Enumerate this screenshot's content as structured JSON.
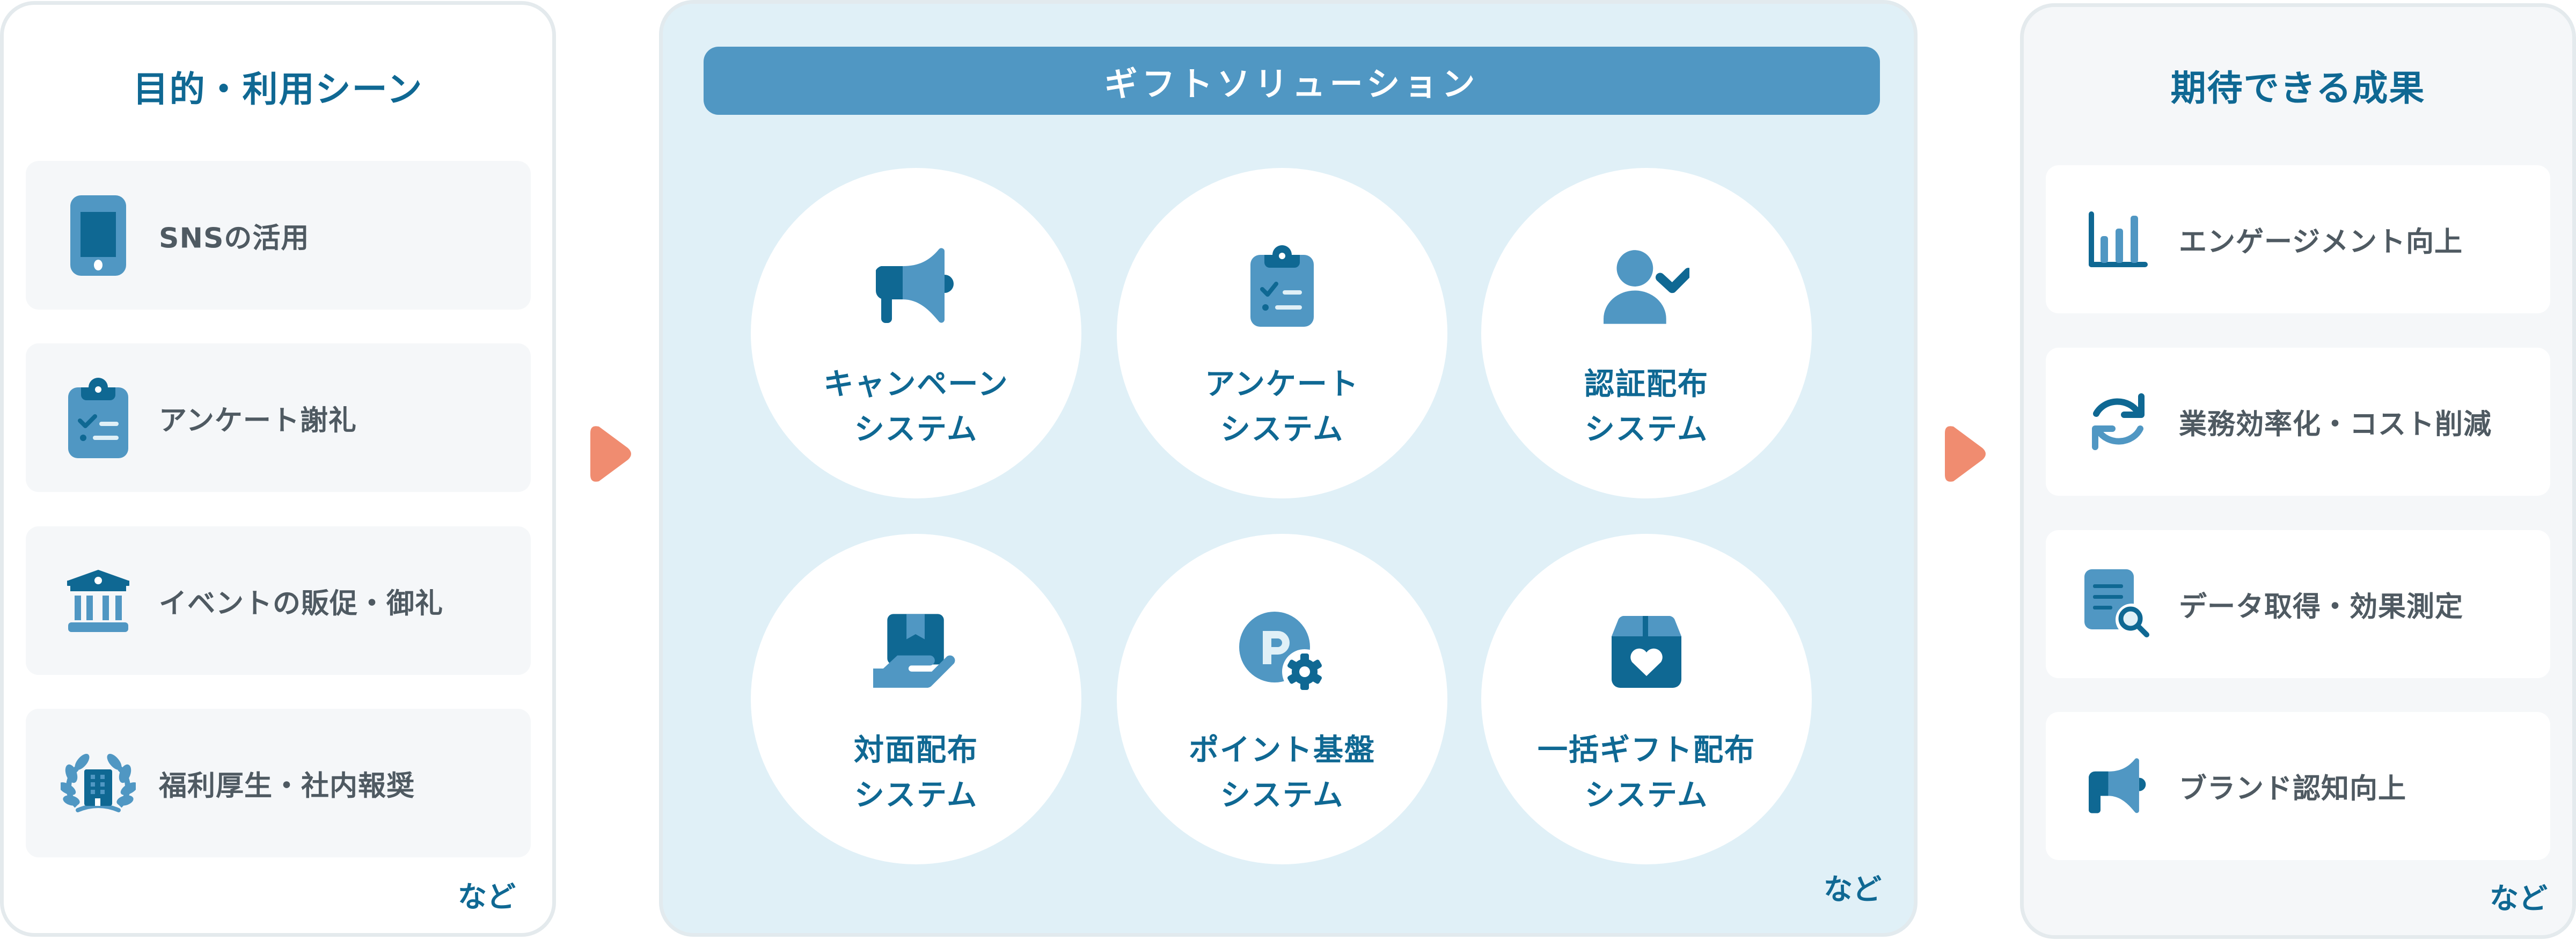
{
  "colors": {
    "accent_dark": "#0f6893",
    "accent_light": "#5097c3",
    "middle_bg": "#e0f0f7",
    "item_bg": "#f5f7f9",
    "text_gray": "#4f5a62",
    "arrow": "#f08c70"
  },
  "left_panel": {
    "title": "目的・利用シーン",
    "items": [
      {
        "icon": "smartphone-icon",
        "label": "SNSの活用"
      },
      {
        "icon": "clipboard-checklist-icon",
        "label": "アンケート謝礼"
      },
      {
        "icon": "bank-building-icon",
        "label": "イベントの販促・御礼"
      },
      {
        "icon": "laurel-building-icon",
        "label": "福利厚生・社内報奨"
      }
    ],
    "etc": "など"
  },
  "middle_panel": {
    "header": "ギフトソリューション",
    "systems": [
      {
        "icon": "megaphone-icon",
        "line1": "キャンペーン",
        "line2": "システム"
      },
      {
        "icon": "clipboard-checklist-icon",
        "line1": "アンケート",
        "line2": "システム"
      },
      {
        "icon": "user-check-icon",
        "line1": "認証配布",
        "line2": "システム"
      },
      {
        "icon": "hand-box-icon",
        "line1": "対面配布",
        "line2": "システム"
      },
      {
        "icon": "point-gear-icon",
        "line1": "ポイント基盤",
        "line2": "システム"
      },
      {
        "icon": "gift-box-heart-icon",
        "line1": "一括ギフト配布",
        "line2": "システム"
      }
    ],
    "etc": "など"
  },
  "right_panel": {
    "title": "期待できる成果",
    "items": [
      {
        "icon": "bar-chart-icon",
        "label": "エンゲージメント向上"
      },
      {
        "icon": "refresh-cycle-icon",
        "label": "業務効率化・コスト削減"
      },
      {
        "icon": "document-search-icon",
        "label": "データ取得・効果測定"
      },
      {
        "icon": "megaphone-icon",
        "label": "ブランド認知向上"
      }
    ],
    "etc": "など"
  }
}
